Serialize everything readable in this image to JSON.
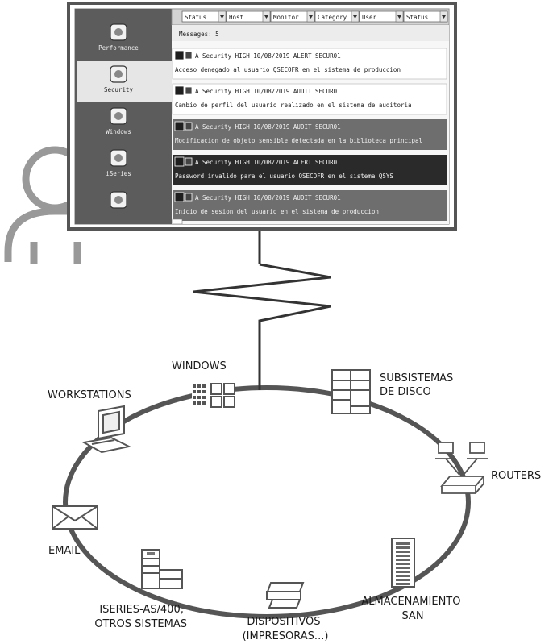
{
  "monitor": {
    "sidebar": {
      "items": [
        {
          "label": "Performance",
          "icon": "performance-icon"
        },
        {
          "label": "Security",
          "icon": "security-icon"
        },
        {
          "label": "Windows",
          "icon": "windows-icon"
        },
        {
          "label": "iSeries",
          "icon": "iseries-icon"
        },
        {
          "label": "",
          "icon": "extra-icon"
        }
      ],
      "selected_index": 1
    },
    "filters": [
      "Status",
      "Host",
      "Monitor",
      "Category",
      "User",
      "Status"
    ],
    "toolbar_text": "Messages: 5",
    "messages": [
      {
        "line1": "A  Security  HIGH  10/08/2019  ALERT  SECUR01",
        "line2": "Acceso denegado al usuario QSECOFR en el sistema de produccion",
        "style": "light"
      },
      {
        "line1": "A  Security  HIGH  10/08/2019  AUDIT  SECUR01",
        "line2": "Cambio de perfil del usuario realizado en el sistema de auditoria",
        "style": "light"
      },
      {
        "line1": "A  Security  HIGH  10/08/2019  AUDIT  SECUR01",
        "line2": "Modificacion de objeto sensible detectada en la biblioteca principal",
        "style": "mid"
      },
      {
        "line1": "A  Security  HIGH  10/08/2019  ALERT  SECUR01",
        "line2": "Password invalido para el usuario QSECOFR en el sistema QSYS",
        "style": "dark"
      },
      {
        "line1": "A  Security  HIGH  10/08/2019  AUDIT  SECUR01",
        "line2": "Inicio de sesion del usuario en el sistema de produccion",
        "style": "mid"
      }
    ]
  },
  "nodes": {
    "windows": {
      "label": "WINDOWS",
      "icon": "windows-grid-icon"
    },
    "subsistemas": {
      "label_lines": [
        "SUBSISTEMAS",
        "DE DISCO"
      ],
      "icon": "disk-subsystem-icon"
    },
    "routers": {
      "label": "ROUTERS",
      "icon": "router-icon"
    },
    "almacenamiento": {
      "label_lines": [
        "ALMACENAMIENTO",
        "SAN"
      ],
      "icon": "san-storage-icon"
    },
    "dispositivos": {
      "label_lines": [
        "DISPOSITIVOS",
        "(IMPRESORAS...)"
      ],
      "icon": "printer-icon"
    },
    "iseries": {
      "label_lines": [
        "ISERIES-AS/400,",
        "OTROS SISTEMAS"
      ],
      "icon": "server-icon"
    },
    "email": {
      "label": "EMAIL",
      "icon": "envelope-icon"
    },
    "workstations": {
      "label": "WORKSTATIONS",
      "icon": "workstation-icon"
    }
  },
  "colors": {
    "stroke": "#3a3a3a",
    "ring": "#555555",
    "sidebar": "#5c5c5c",
    "sidebar_selected": "#e6e6e6",
    "row_light": "#ffffff",
    "row_mid": "#6e6e6e",
    "row_dark": "#2a2a2a",
    "tag": "#1e1e1e"
  }
}
